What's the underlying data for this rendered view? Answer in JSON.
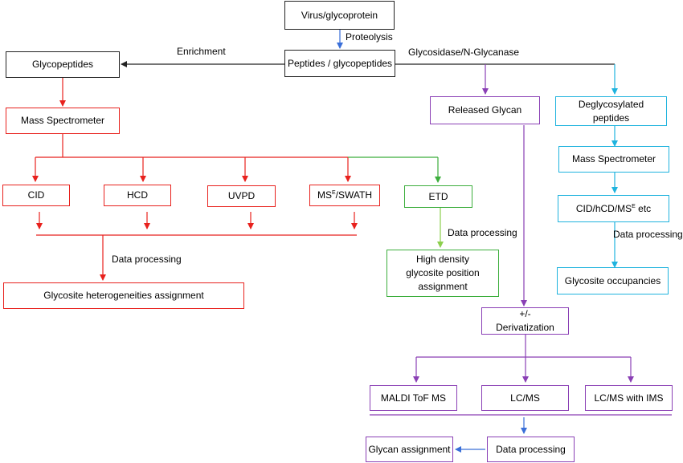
{
  "nodes": {
    "virus": "Virus/glycoprotein",
    "peptides": "Peptides / glycopeptides",
    "glycopeptides": "Glycopeptides",
    "mass_spec_left": "Mass Spectrometer",
    "cid": "CID",
    "hcd": "HCD",
    "uvpd": "UVPD",
    "mse_swath_prefix": "MS",
    "mse_swath_sup": "E",
    "mse_swath_suffix": "/SWATH",
    "etd": "ETD",
    "high_density_line1": "High density",
    "high_density_line2": "glycosite position",
    "high_density_line3": "assignment",
    "heterogeneities": "Glycosite heterogeneities assignment",
    "released_glycan": "Released Glycan",
    "deglyco_line1": "Deglycosylated",
    "deglyco_line2": "peptides",
    "mass_spec_right": "Mass Spectrometer",
    "cid_hcd_prefix": "CID/hCD/MS",
    "cid_hcd_sup": "E",
    "cid_hcd_suffix": " etc",
    "occupancies": "Glycosite occupancies",
    "deriv_line1": "+/-",
    "deriv_line2": "Derivatization",
    "maldi": "MALDI ToF MS",
    "lcms": "LC/MS",
    "lcms_ims": "LC/MS with IMS",
    "data_processing_bottom": "Data processing",
    "glycan_assignment": "Glycan assignment"
  },
  "edge_labels": {
    "proteolysis": "Proteolysis",
    "enrichment": "Enrichment",
    "glycosidase": "Glycosidase/N-Glycanase",
    "dp_left": "Data processing",
    "dp_etd": "Data processing",
    "dp_right": "Data processing"
  },
  "colors": {
    "black": "#222222",
    "red": "#e8211d",
    "green": "#3cae3c",
    "lightgreen": "#8ccf4d",
    "purple": "#8a3fb5",
    "cyan": "#1fb3de",
    "blue": "#3a6fd8"
  }
}
